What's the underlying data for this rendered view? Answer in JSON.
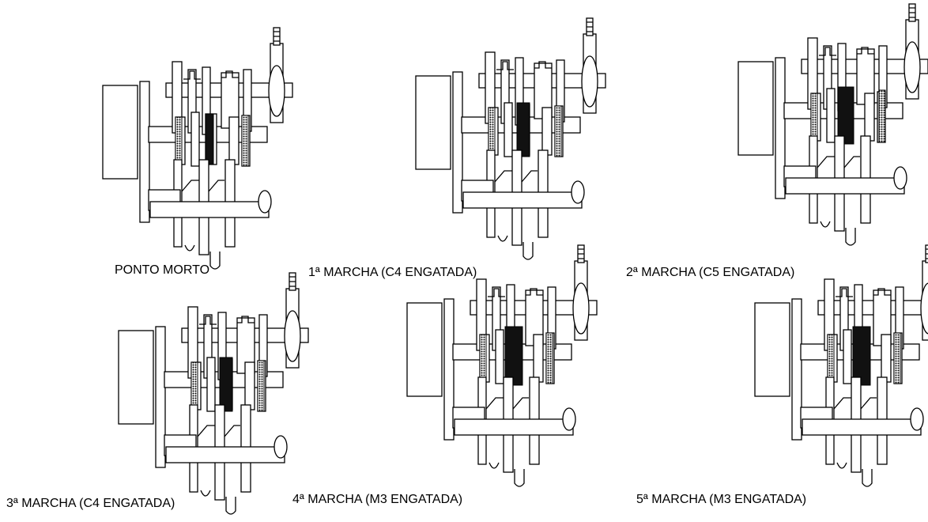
{
  "figure": {
    "panels": [
      {
        "id": "neutral",
        "caption": "PONTO MORTO",
        "engaged": "none"
      },
      {
        "id": "gear1",
        "caption": "1ª MARCHA (C4 ENGATADA)",
        "engaged": "C4"
      },
      {
        "id": "gear2",
        "caption": "2ª MARCHA (C5 ENGATADA)",
        "engaged": "C5"
      },
      {
        "id": "gear3",
        "caption": "3ª MARCHA (C4 ENGATADA)",
        "engaged": "C4"
      },
      {
        "id": "gear4",
        "caption": "4ª MARCHA (M3 ENGATADA)",
        "engaged": "M3"
      },
      {
        "id": "gear5",
        "caption": "5ª MARCHA (M3 ENGATADA)",
        "engaged": "M3"
      }
    ]
  }
}
